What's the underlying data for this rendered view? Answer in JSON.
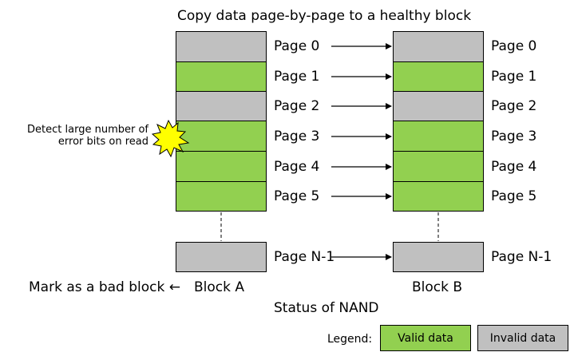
{
  "title": "Copy data page-by-page to a healthy block",
  "colors": {
    "valid": "#92d050",
    "invalid": "#c0c0c0"
  },
  "block_a": {
    "label": "Block A",
    "mark_text": "Mark as a bad block ←",
    "pages": [
      {
        "label": "Page 0",
        "state": "invalid"
      },
      {
        "label": "Page 1",
        "state": "valid"
      },
      {
        "label": "Page 2",
        "state": "invalid"
      },
      {
        "label": "Page 3",
        "state": "valid"
      },
      {
        "label": "Page 4",
        "state": "valid"
      },
      {
        "label": "Page 5",
        "state": "valid"
      }
    ],
    "last_page": {
      "label": "Page N-1",
      "state": "invalid"
    }
  },
  "block_b": {
    "label": "Block B",
    "pages": [
      {
        "label": "Page 0",
        "state": "invalid"
      },
      {
        "label": "Page 1",
        "state": "valid"
      },
      {
        "label": "Page 2",
        "state": "invalid"
      },
      {
        "label": "Page 3",
        "state": "valid"
      },
      {
        "label": "Page 4",
        "state": "valid"
      },
      {
        "label": "Page 5",
        "state": "valid"
      }
    ],
    "last_page": {
      "label": "Page N-1",
      "state": "invalid"
    }
  },
  "error_note": {
    "line1": "Detect large number of",
    "line2": "error bits on read",
    "icon": "burst-icon"
  },
  "caption": "Status of NAND",
  "legend": {
    "label": "Legend:",
    "valid_label": "Valid data",
    "invalid_label": "Invalid data"
  }
}
